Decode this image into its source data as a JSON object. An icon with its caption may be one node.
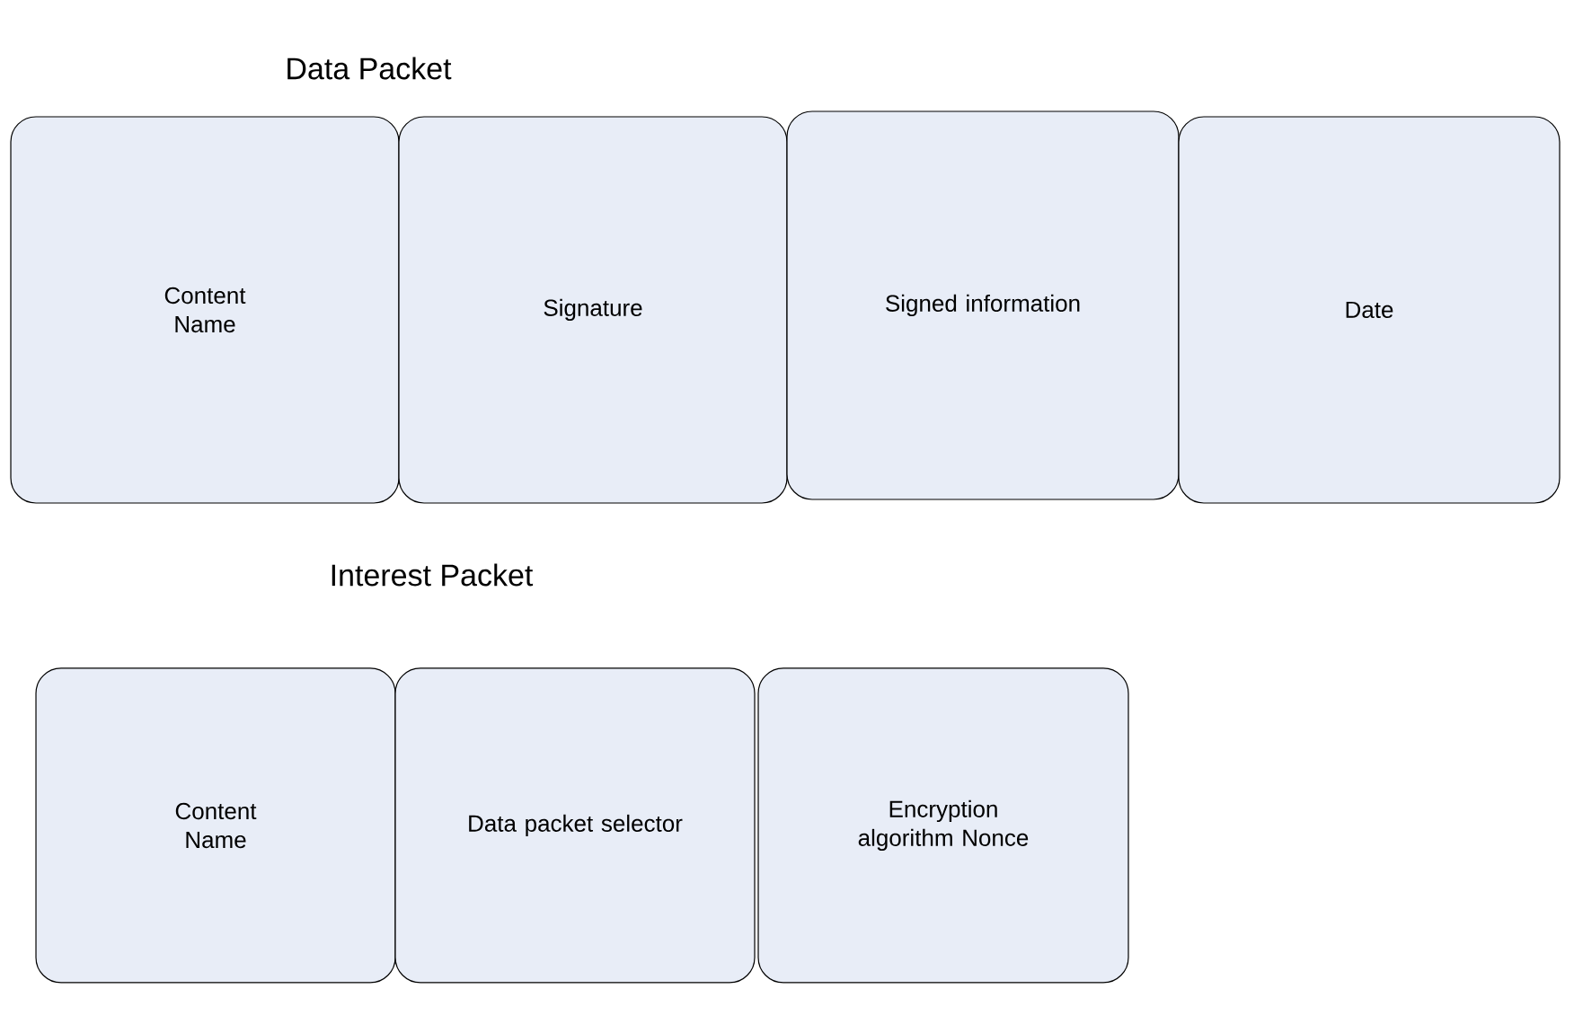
{
  "diagram": {
    "nodes": [
      {
        "text": [
          "Content Name"
        ]
      },
      {
        "text": [
          "Signature"
        ]
      },
      {
        "text": [
          "Signed information"
        ]
      },
      {
        "text": [
          "Date"
        ]
      },
      {
        "text": [
          "Content Name"
        ]
      },
      {
        "text": [
          "Data packet selector"
        ]
      },
      {
        "text": [
          "Encryption algorithm Nonce"
        ]
      }
    ],
    "edges": [],
    "labels": [
      "Data Packet",
      "Interest Packet"
    ]
  }
}
